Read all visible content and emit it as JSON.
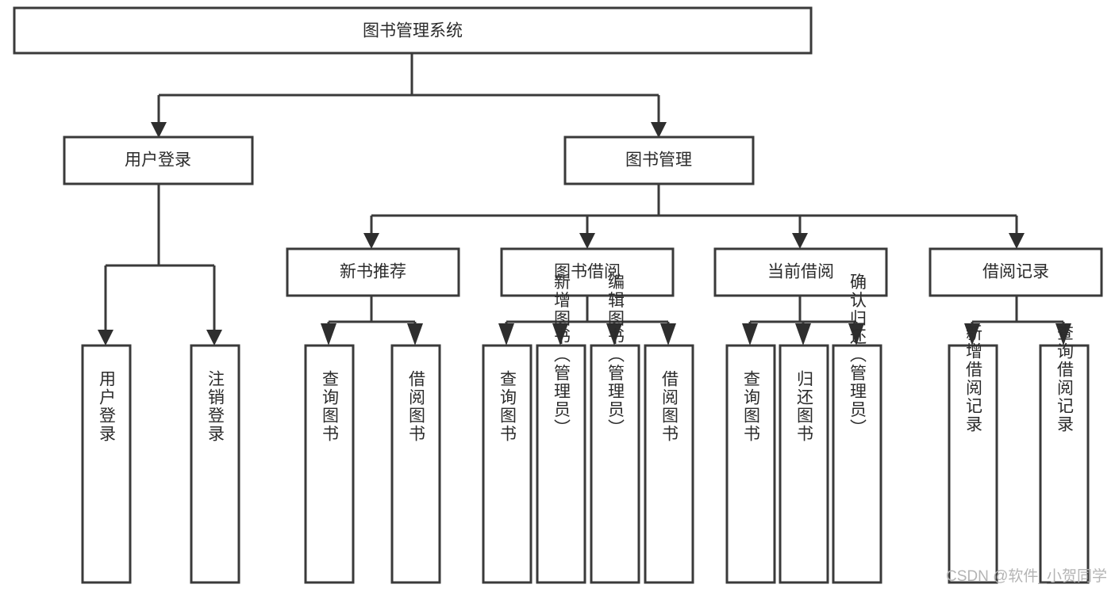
{
  "diagram": {
    "title": "图书管理系统",
    "type": "tree-hierarchy-chart",
    "orientation": "top-down",
    "colors": {
      "box_stroke": "#3a3a3a",
      "box_fill": "#ffffff",
      "connector": "#3a3a3a",
      "arrow": "#2e2e2e",
      "text": "#2b2b2b",
      "watermark": "#b4b4b4",
      "background": "#ffffff"
    },
    "root": {
      "label": "图书管理系统",
      "orientation": "horizontal"
    },
    "level2": [
      {
        "label": "用户登录",
        "orientation": "horizontal"
      },
      {
        "label": "图书管理",
        "orientation": "horizontal"
      }
    ],
    "level3": [
      {
        "label": "新书推荐",
        "orientation": "horizontal",
        "parent": "图书管理"
      },
      {
        "label": "图书借阅",
        "orientation": "horizontal",
        "parent": "图书管理"
      },
      {
        "label": "当前借阅",
        "orientation": "horizontal",
        "parent": "图书管理"
      },
      {
        "label": "借阅记录",
        "orientation": "horizontal",
        "parent": "图书管理"
      }
    ],
    "leaves": {
      "user_login": [
        {
          "label": "用户登录",
          "orientation": "vertical"
        },
        {
          "label": "注销登录",
          "orientation": "vertical"
        }
      ],
      "new_book_recommend": [
        {
          "label": "查询图书",
          "orientation": "vertical"
        },
        {
          "label": "借阅图书",
          "orientation": "vertical"
        }
      ],
      "book_borrow": [
        {
          "label": "查询图书",
          "orientation": "vertical"
        },
        {
          "label": "新增图书（管理员）",
          "orientation": "vertical"
        },
        {
          "label": "编辑图书（管理员）",
          "orientation": "vertical"
        },
        {
          "label": "借阅图书",
          "orientation": "vertical"
        }
      ],
      "current_borrow": [
        {
          "label": "查询图书",
          "orientation": "vertical"
        },
        {
          "label": "归还图书",
          "orientation": "vertical"
        },
        {
          "label": "确认归还（管理员）",
          "orientation": "vertical"
        }
      ],
      "borrow_record": [
        {
          "label": "新增借阅记录",
          "orientation": "vertical"
        },
        {
          "label": "查询借阅记录",
          "orientation": "vertical"
        }
      ]
    },
    "watermark": "CSDN @软件_小贺同学"
  }
}
